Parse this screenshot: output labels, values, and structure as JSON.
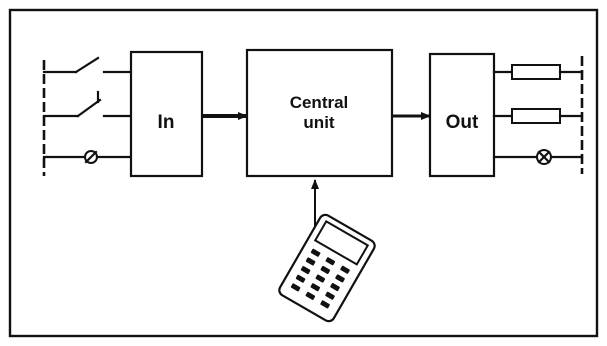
{
  "blocks": {
    "input_label": "In",
    "central_label_line1": "Central",
    "central_label_line2": "unit",
    "output_label": "Out"
  },
  "icons": {
    "input_contacts": [
      "switch-normally-open-icon",
      "switch-normally-closed-icon",
      "sensor-icon"
    ],
    "output_loads": [
      "resistor-load-icon",
      "resistor-load-icon",
      "indicator-lamp-icon"
    ],
    "programming_device": "handheld-programmer-icon"
  },
  "colors": {
    "line": "#111111",
    "background": "#ffffff"
  }
}
